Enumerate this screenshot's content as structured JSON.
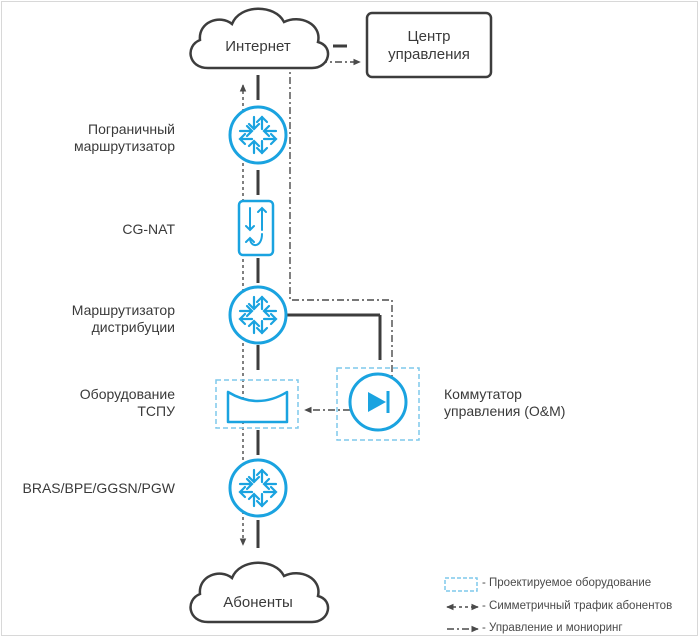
{
  "nodes": {
    "internet": "Интернет",
    "control_center": "Центр\nуправления",
    "border_router": "Пограничный\nмаршрутизатор",
    "cgnat": "CG-NAT",
    "distribution_router": "Маршрутизатор\nдистрибуции",
    "tspu": "Оборудование\nТСПУ",
    "om_switch": "Коммутатор\nуправления (O&M)",
    "bras": "BRAS/BPE/GGSN/PGW",
    "subscribers": "Абоненты"
  },
  "legend": {
    "designed_equipment": "- Проектируемое оборудование",
    "symmetric_traffic": "- Симметричный трафик абонентов",
    "management": "- Управление и мониоринг"
  },
  "colors": {
    "accent": "#1aa3e0",
    "line": "#3d3d3d",
    "dashed_box": "#7fc8ec"
  }
}
